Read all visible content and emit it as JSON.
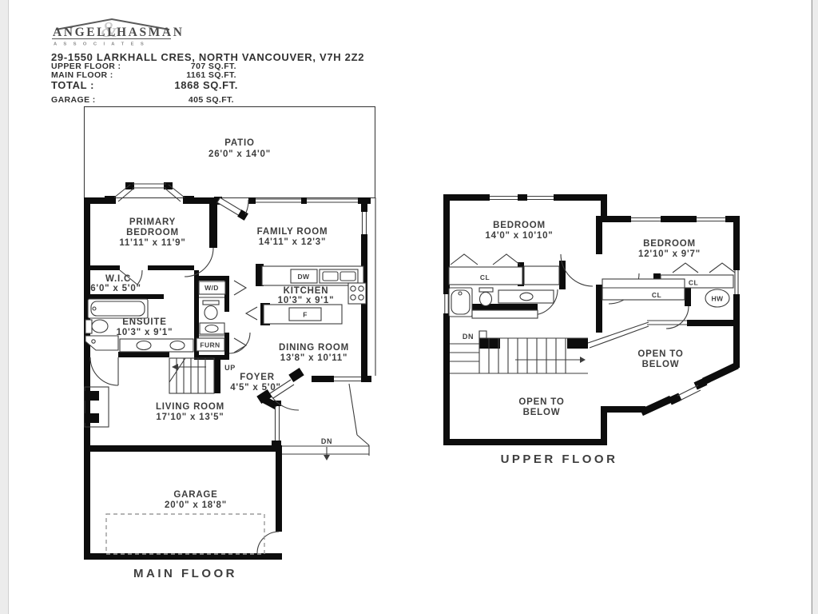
{
  "colors": {
    "wall": "#0d0d0d",
    "thin_line": "#3c3c3c",
    "text": "#3e3e3e",
    "dashed": "#9b9b9b",
    "edge_strip": "#ececec"
  },
  "header": {
    "logo": {
      "name_left": "ANGELL",
      "ampersand": "&",
      "name_right": "HASMAN",
      "subtitle": "A S S O C I A T E S"
    },
    "address": "29-1550 LARKHALL CRES, NORTH VANCOUVER, V7H 2Z2",
    "areas": {
      "upper": {
        "label": "UPPER FLOOR :",
        "value": "707 SQ.FT."
      },
      "main": {
        "label": "MAIN FLOOR :",
        "value": "1161 SQ.FT."
      },
      "total": {
        "label": "TOTAL :",
        "value": "1868 SQ.FT."
      },
      "garage": {
        "label": "GARAGE :",
        "value": "405 SQ.FT."
      }
    }
  },
  "main_floor": {
    "title": "MAIN FLOOR",
    "rooms": {
      "patio": {
        "name": "PATIO",
        "dims": "26'0\" x 14'0\""
      },
      "primary_bedroom": {
        "name_line1": "PRIMARY",
        "name_line2": "BEDROOM",
        "dims": "11'11\" x 11'9\""
      },
      "family_room": {
        "name": "FAMILY ROOM",
        "dims": "14'11\" x 12'3\""
      },
      "wic": {
        "name": "W.I.C",
        "dims": "6'0\" x 5'0\""
      },
      "ensuite": {
        "name": "ENSUITE",
        "dims": "10'3\" x 9'1\""
      },
      "kitchen": {
        "name": "KITCHEN",
        "dims": "10'3\" x 9'1\""
      },
      "dining_room": {
        "name": "DINING ROOM",
        "dims": "13'8\" x 10'11\""
      },
      "foyer": {
        "name": "FOYER",
        "dims": "4'5\" x 5'0\""
      },
      "living_room": {
        "name": "LIVING ROOM",
        "dims": "17'10\" x 13'5\""
      },
      "garage": {
        "name": "GARAGE",
        "dims": "20'0\" x 18'8\""
      }
    },
    "tags": {
      "washer_dryer": "W/D",
      "dishwasher": "DW",
      "fridge": "F",
      "furnace": "FURN",
      "up": "UP",
      "down": "DN"
    }
  },
  "upper_floor": {
    "title": "UPPER FLOOR",
    "rooms": {
      "bedroom_left": {
        "name": "BEDROOM",
        "dims": "14'0\" x 10'10\""
      },
      "bedroom_right": {
        "name": "BEDROOM",
        "dims": "12'10\" x 9'7\""
      },
      "open_below_right": {
        "line1": "OPEN TO",
        "line2": "BELOW"
      },
      "open_below_left": {
        "line1": "OPEN TO",
        "line2": "BELOW"
      }
    },
    "tags": {
      "closet": "CL",
      "hot_water": "HW",
      "down": "DN"
    }
  }
}
